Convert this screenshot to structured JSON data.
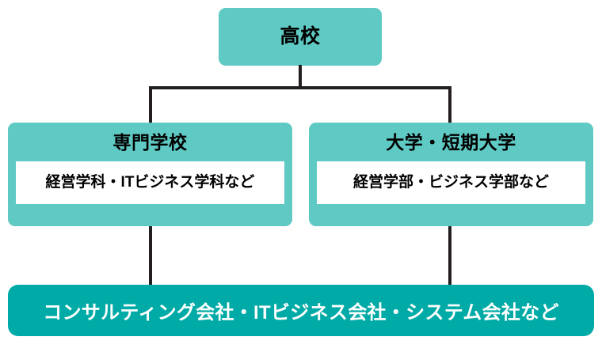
{
  "diagram": {
    "type": "flowchart",
    "orientation": "top-down",
    "colors": {
      "node_fill": "#5fc9c4",
      "career_bar_fill": "#00aaa6",
      "detail_fill": "#ffffff",
      "text_dark": "#000000",
      "text_light": "#ffffff",
      "connector": "#231f20"
    },
    "nodes": {
      "highschool": {
        "title": "高校"
      },
      "vocational": {
        "title": "専門学校",
        "detail": "経営学科・ITビジネス学科など"
      },
      "university": {
        "title": "大学・短期大学",
        "detail": "経営学部・ビジネス学部など"
      },
      "careers": {
        "label": "コンサルティング会社・ITビジネス会社・システム会社など"
      }
    },
    "edges": [
      {
        "from": "highschool",
        "to": "vocational"
      },
      {
        "from": "highschool",
        "to": "university"
      },
      {
        "from": "vocational",
        "to": "careers"
      },
      {
        "from": "university",
        "to": "careers"
      }
    ]
  }
}
